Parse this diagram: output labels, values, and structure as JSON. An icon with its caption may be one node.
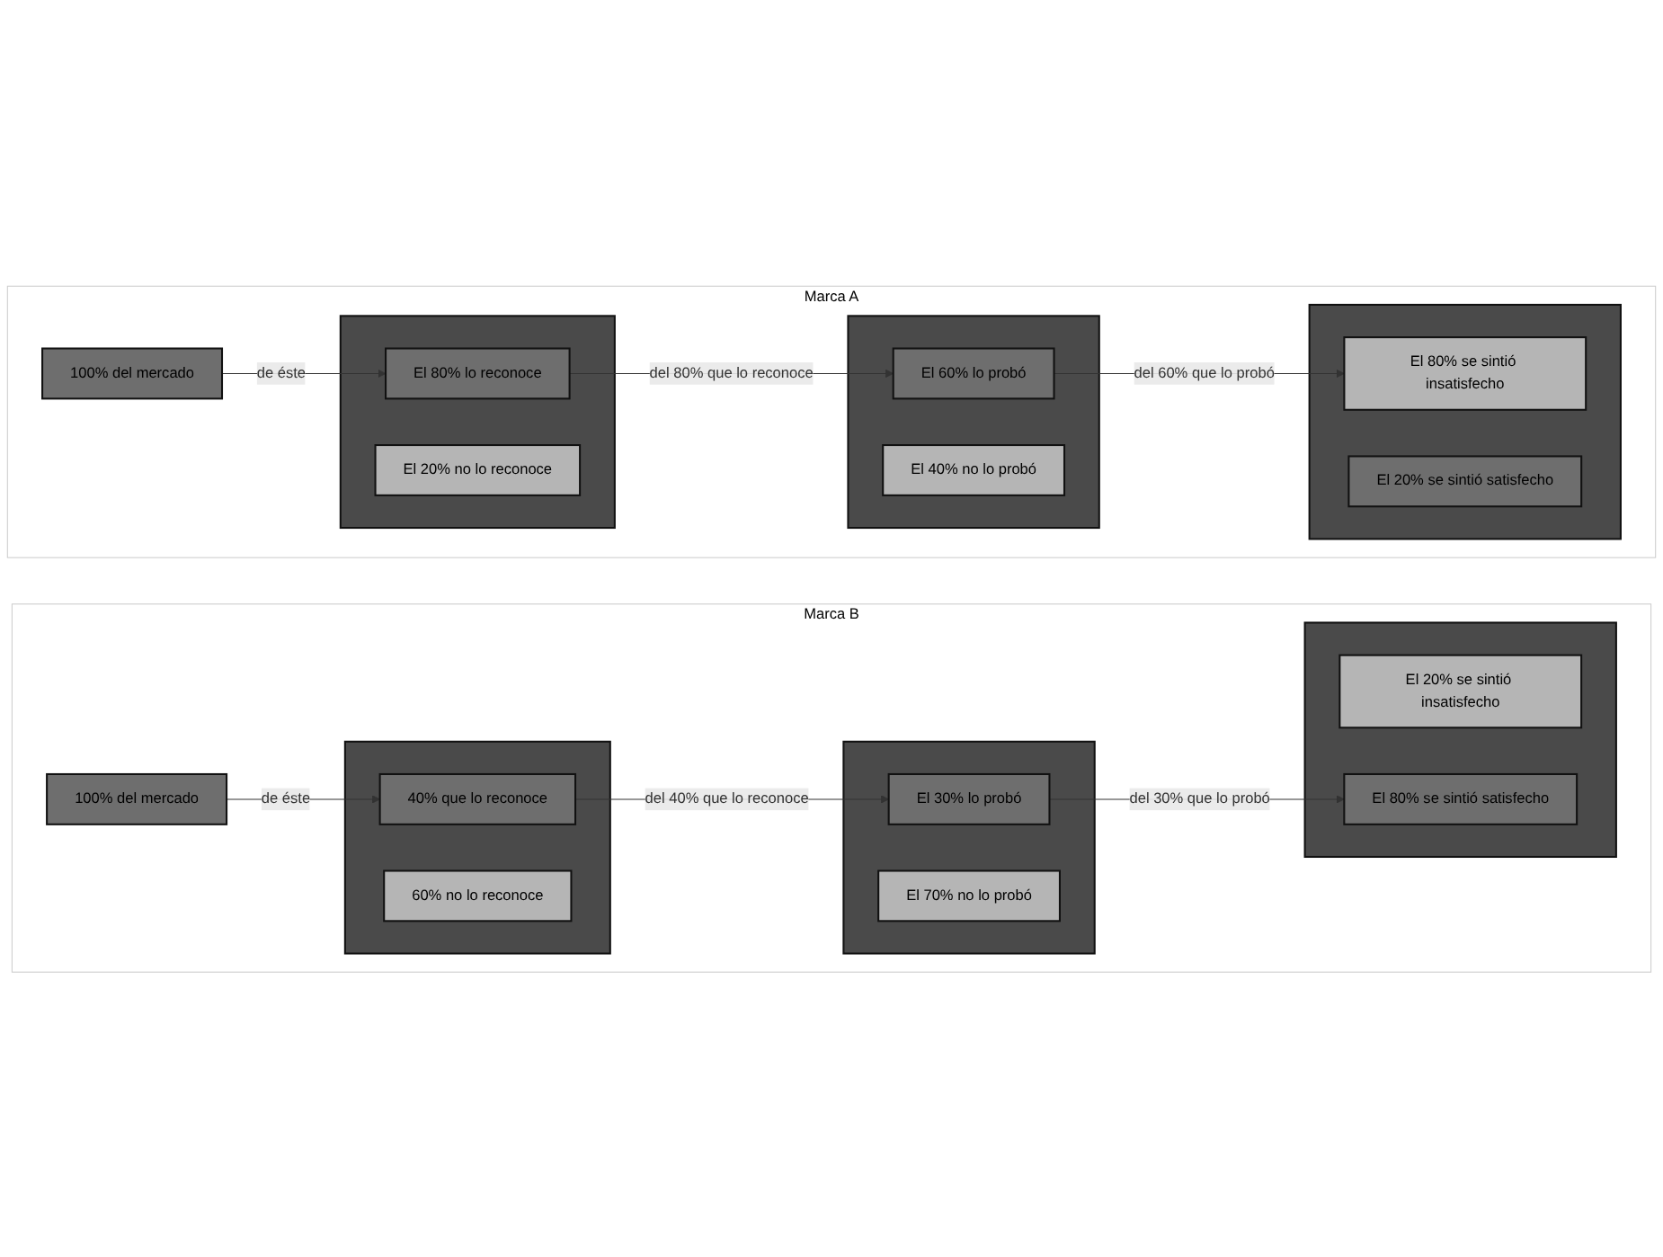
{
  "diagram": {
    "nodes": [
      {
        "text": [
          "Marca A"
        ]
      },
      {
        "text": [
          "100% del mercado"
        ],
        "in": 0
      },
      {
        "text": [],
        "shape": "box",
        "in": 0
      },
      {
        "text": [
          "El 20% no lo reconoce"
        ],
        "in": 2
      },
      {
        "text": [
          "El 80% lo reconoce"
        ],
        "in": 2
      },
      {
        "text": [],
        "shape": "box",
        "in": 0
      },
      {
        "text": [
          "El 40% no lo probó"
        ],
        "in": 5
      },
      {
        "text": [
          "El 60% lo probó"
        ],
        "in": 5
      },
      {
        "text": [],
        "shape": "box",
        "in": 0
      },
      {
        "text": [
          "El 80% se sintió insatisfecho"
        ],
        "in": 8
      },
      {
        "text": [
          "El 20% se sintió satisfecho"
        ],
        "in": 8
      },
      {
        "text": [
          "Marca B"
        ]
      },
      {
        "text": [
          "100% del mercado"
        ],
        "in": 11
      },
      {
        "text": [],
        "shape": "box",
        "in": 11
      },
      {
        "text": [
          "60% no lo reconoce"
        ],
        "in": 13
      },
      {
        "text": [
          "40% que lo reconoce"
        ],
        "in": 13
      },
      {
        "text": [],
        "shape": "box",
        "in": 11
      },
      {
        "text": [
          "El 70% no lo probó"
        ],
        "in": 16
      },
      {
        "text": [
          "El 30% lo probó"
        ],
        "in": 16
      },
      {
        "text": [],
        "shape": "box",
        "in": 11
      },
      {
        "text": [
          "El 20% se sintió insatisfecho"
        ],
        "in": 19
      },
      {
        "text": [
          "El 80% se sintió satisfecho"
        ],
        "in": 19
      }
    ],
    "edges": [
      {
        "from": 1,
        "to": 4,
        "arrow": "to",
        "label": "de éste"
      },
      {
        "from": 4,
        "to": 7,
        "arrow": "to",
        "label": "del 80% que lo reconoce"
      },
      {
        "from": 7,
        "to": 9,
        "arrow": "to",
        "label": "del 60% que lo probó"
      },
      {
        "from": 12,
        "to": 15,
        "arrow": "to",
        "label": "de éste"
      },
      {
        "from": 15,
        "to": 18,
        "arrow": "to",
        "label": "del 40% que lo reconoce"
      },
      {
        "from": 18,
        "to": 21,
        "arrow": "to",
        "label": "del 30% que lo probó"
      }
    ]
  }
}
